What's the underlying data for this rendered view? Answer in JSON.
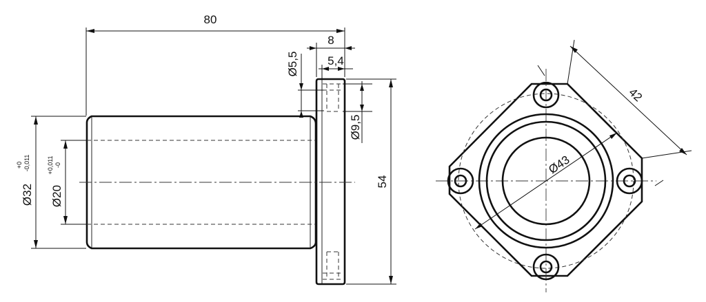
{
  "dimensions": {
    "length": "80",
    "flange_thickness": "8",
    "flange_inner": "5,4",
    "hole_diameter": "Ø5,5",
    "counterbore_diameter": "Ø9,5",
    "flange_height": "54",
    "outer_diameter": "Ø32",
    "outer_tol_upper": "+0",
    "outer_tol_lower": "-0,011",
    "bore_diameter": "Ø20",
    "bore_tol_upper": "+0,011",
    "bore_tol_lower": "-0",
    "bolt_circle": "Ø43",
    "square_size": "42"
  }
}
